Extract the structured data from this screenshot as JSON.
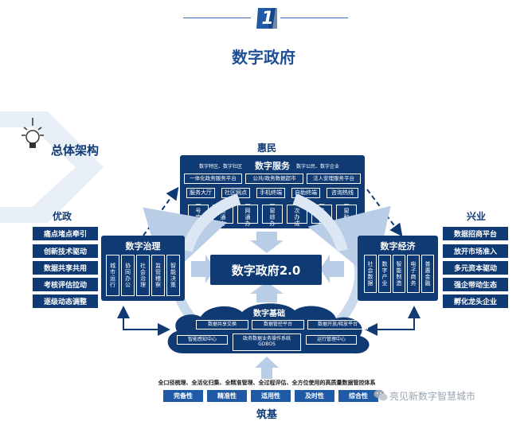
{
  "header": {
    "number": "1",
    "title": "数字政府"
  },
  "section": {
    "title": "总体架构"
  },
  "top": {
    "label": "惠民",
    "box": {
      "pre_left": "数字特区、数字社区",
      "title": "数字服务",
      "pre_right": "数字公民、数字企业",
      "row1": [
        "一体化政务服务平台",
        "公共/政务数据超市",
        "法人安理服务平台"
      ],
      "row2": [
        "服务大厅",
        "社区网点",
        "手机终端",
        "自助终端",
        "咨询热线"
      ],
      "row3": [
        "一号申请",
        "一窗通办",
        "一网通办",
        "一窗综办",
        "一次办成",
        "一站办好",
        "一窗秒批"
      ]
    }
  },
  "left": {
    "label": "优政",
    "items": [
      "痛点堵点牵引",
      "创新技术驱动",
      "数据共享共用",
      "考核评估拉动",
      "逐级动态调整"
    ],
    "box": {
      "title": "数字治理",
      "cols": [
        "城市运行",
        "协同办公",
        "社会治理",
        "监管稽察",
        "智能决策"
      ]
    }
  },
  "right": {
    "label": "兴业",
    "items": [
      "数据招商平台",
      "放开市场准入",
      "多元资本驱动",
      "强企带动生态",
      "孵化龙头企业"
    ],
    "box": {
      "title": "数字经济",
      "cols": [
        "社会数据",
        "数字产业",
        "智能制造",
        "电子商务",
        "普惠金融"
      ]
    }
  },
  "center": {
    "title": "数字政府2.0"
  },
  "cloud": {
    "title": "数字基础",
    "row1": [
      "数据共享交换",
      "数据管控平台",
      "数据开放/释放平台"
    ],
    "row2_left": "智能感知中心",
    "row2_mid": "政务数据业务操作系统 GDBOS",
    "row2_right": "运行管理中心"
  },
  "foundation": {
    "desc": "全口径梳理、全活化归集、全精准管理、全过程评估、全方位使用的高质量数据管控体系",
    "items": [
      "完备性",
      "精准性",
      "适用性",
      "及时性",
      "综合性"
    ],
    "label": "筑基"
  },
  "watermark": {
    "text": "亮见新数字智慧城市"
  },
  "colors": {
    "navy": "#0f3a73",
    "blue": "#1f5aa6",
    "light": "#d8e4f2"
  }
}
